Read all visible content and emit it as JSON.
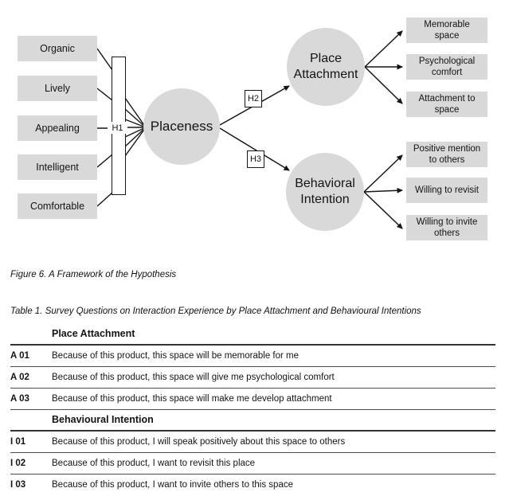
{
  "figure": {
    "caption": "Figure 6. A Framework of the Hypothesis",
    "inputs": [
      "Organic",
      "Lively",
      "Appealing",
      "Intelligent",
      "Comfortable"
    ],
    "hypotheses": {
      "h1": "H1",
      "h2": "H2",
      "h3": "H3"
    },
    "constructs": {
      "placeness": "Placeness",
      "place_attachment": "Place\nAttachment",
      "behavioral_intention": "Behavioral\nIntention"
    },
    "place_attachment_outcomes": [
      "Memorable\nspace",
      "Psychological\ncomfort",
      "Attachment to\nspace"
    ],
    "behavioral_intention_outcomes": [
      "Positive mention\nto others",
      "Willing to revisit",
      "Willing to invite\nothers"
    ],
    "colors": {
      "node_fill": "#d9d9d9",
      "line": "#161616"
    }
  },
  "table": {
    "caption": "Table 1. Survey Questions on Interaction Experience by Place Attachment and Behavioural Intentions",
    "sections": [
      {
        "header": "Place Attachment",
        "rows": [
          [
            "A 01",
            "Because of this product, this space will be memorable for me"
          ],
          [
            "A 02",
            "Because of this product, this space will give me psychological comfort"
          ],
          [
            "A 03",
            "Because of this product, this space will make me develop attachment"
          ]
        ]
      },
      {
        "header": "Behavioural Intention",
        "rows": [
          [
            "I 01",
            "Because of this product, I will speak positively about this space to others"
          ],
          [
            "I 02",
            "Because of this product, I want to revisit this place"
          ],
          [
            "I 03",
            "Because of this product, I want to invite others to this space"
          ]
        ]
      }
    ]
  }
}
